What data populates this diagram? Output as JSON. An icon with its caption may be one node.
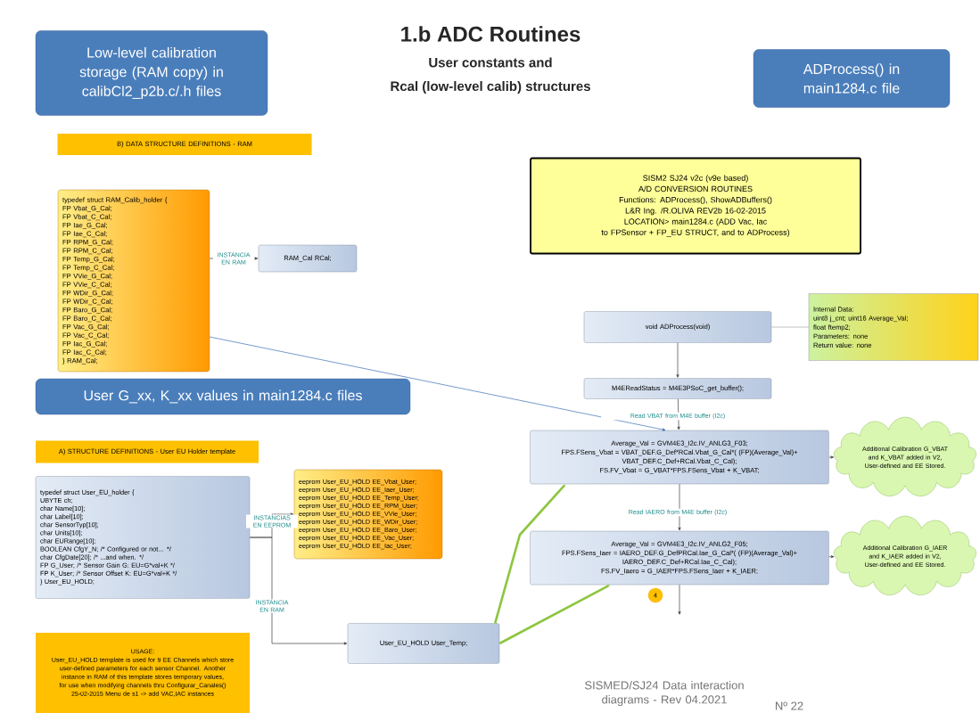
{
  "diagram": {
    "title": "1.b ADC Routines",
    "nodes": [
      {
        "text": [
          "Low-level calibration storage (RAM copy) in calibCl2_p2b.c/.h files"
        ]
      },
      {
        "text": [
          "ADProcess() in main1284.c file"
        ]
      },
      {
        "text": [
          "B) DATA STRUCTURE DEFINITIONS - RAM"
        ]
      },
      {
        "text": [
          "typedef struct RAM_Calib_holder {",
          "FP Vbat_G_Cal;",
          "FP Vbat_C_Cal;",
          "FP Iae_G_Cal;",
          "FP Iae_C_Cal;",
          "FP RPM_G_Cal;",
          "FP RPM_C_Cal;",
          "FP Temp_G_Cal;",
          "FP Temp_C_Cal;",
          "FP VVie_G_Cal;",
          "FP VVie_C_Cal;",
          "FP WDir_G_Cal;",
          "FP WDir_C_Cal;",
          "FP Baro_G_Cal;",
          "FP Baro_C_Cal;",
          "FP Vac_G_Cal;",
          "FP Vac_C_Cal;",
          "FP Iac_G_Cal;",
          "FP Iac_C_Cal;",
          "} RAM_Cal;"
        ]
      },
      {
        "text": [
          "RAM_Cal RCal;"
        ]
      },
      {
        "text": [
          "User G_xx, K_xx values in main1284.c files"
        ]
      },
      {
        "text": [
          "A) STRUCTURE DEFINITIONS - User EU Holder template"
        ]
      },
      {
        "text": [
          "typedef struct User_EU_holder {",
          "UBYTE ch;",
          "char Name[10];",
          "char Label[10];",
          "char SensorTyp[10];",
          "char Units[10];",
          "char EURange[10];",
          "BOOLEAN CfgY_N; /* Configured or not... */",
          "char CfgDate[20]; /* ...and when. */",
          "FP G_User; /* Sensor Gain G: EU=G*val+K */",
          "FP K_User; /* Sensor Offset K: EU=G*val+K */",
          "} User_EU_HOLD;"
        ]
      },
      {
        "text": [
          "eeprom User_EU_HOLD EE_Vbat_User;",
          "eeprom User_EU_HOLD EE_Iaer_User;",
          "eeprom User_EU_HOLD EE_Temp_User;",
          "eeprom User_EU_HOLD EE_RPM_User;",
          "eeprom User_EU_HOLD EE_VVie_User;",
          "eeprom User_EU_HOLD EE_WDir_User;",
          "eeprom User_EU_HOLD EE_Baro_User;",
          "eeprom User_EU_HOLD EE_Vac_User;",
          "eeprom User_EU_HOLD EE_Iac_User;"
        ]
      },
      {
        "text": [
          "User_EU_HOLD User_Temp;"
        ]
      },
      {
        "text": [
          "USAGE:",
          "User_EU_HOLD template is used for 9 EE Channels which store user-defined parameters for each sensor Channel. Another instance in RAM of this template stores temporary values, for use when modifying channels thru Configurar_Canales()",
          "25-02-2015 Menu de s1 -> add VAC,IAC instances"
        ]
      },
      {
        "text": [
          "SISM2 SJ24 v2c (v9e based)",
          "A/D CONVERSION ROUTINES",
          "Functions: ADProcess(), ShowADBuffers()",
          "L&R Ing. /R.OLIVA   REV2b 16-02-2015",
          "LOCATION> main1284.c (ADD Vac, Iac",
          "to FPSensor + FP_EU STRUCT, and to ADProcess)"
        ]
      },
      {
        "text": [
          "void ADProcess(void)"
        ]
      },
      {
        "text": [
          "Internal Data:",
          "uint8 j_cnt;   uint16 Average_Val;",
          "float ftemp2;",
          "Parameters: none",
          "Return value: none"
        ]
      },
      {
        "text": [
          "M4EReadStatus = M4E3PSoC_get_buffer();"
        ]
      },
      {
        "text": [
          "Average_Val = GVM4E3_I2c.IV_ANLG3_F03;",
          "FPS.FSens_Vbat = VBAT_DEF.G_Def*RCal.Vbat_G_Cal*( (FP)(Average_Val)+",
          "VBAT_DEF.C_Def+RCal.Vbat_C_Cal);",
          "FS.FV_Vbat = G_VBAT*FPS.FSens_Vbat + K_VBAT;"
        ]
      },
      {
        "text": [
          "Additional Calibration G_VBAT and K_VBAT added in V2, User-defined and EE Stored."
        ]
      },
      {
        "text": [
          "Average_Val = GVM4E3_I2c.IV_ANLG2_F05;",
          "FPS.FSens_Iaer = IAERO_DEF.G_DefPRCal.Iae_G_Cal*( (FP)(Average_Val)+",
          "IAERO_DEF.C_Def+RCal.Iae_C_Cal);",
          "FS.FV_Iaero = G_IAER*FPS.FSens_Iaer + K_IAER;"
        ]
      },
      {
        "text": [
          "Additional Calibration G_IAER and K_IAER added in V2, User-defined and EE Stored."
        ]
      },
      {
        "text": [
          "4"
        ]
      }
    ],
    "edges": [
      {
        "from": 3,
        "to": 4,
        "arrow": "to",
        "label": "INSTANCIA EN RAM"
      },
      {
        "from": 7,
        "to": 8,
        "arrow": "to",
        "label": "INSTANCIAS EN EEPROM"
      },
      {
        "from": 7,
        "to": 9,
        "arrow": "to",
        "label": "INSTANCIA EN RAM"
      },
      {
        "from": 3,
        "to": 15,
        "arrow": "to",
        "color": "#3b6fb6"
      },
      {
        "from": 12,
        "to": 13,
        "arrow": "none",
        "color": "#a6a6a6"
      },
      {
        "from": 12,
        "to": 14,
        "arrow": "to"
      },
      {
        "from": 14,
        "to": 15,
        "arrow": "to",
        "label": "Read VBAT from M4E buffer (I2c)"
      },
      {
        "from": 15,
        "to": 17,
        "arrow": "to",
        "label": "Read IAERO from M4E buffer (I2c)"
      },
      {
        "from": 17,
        "to": null,
        "arrow": "to"
      },
      {
        "from": 15,
        "to": 16,
        "arrow": "to",
        "style": "dashed"
      },
      {
        "from": 17,
        "to": 18,
        "arrow": "to",
        "style": "dashed"
      },
      {
        "from": 9,
        "to": 15,
        "arrow": "to",
        "style": "thick",
        "color": "#8cc63f"
      },
      {
        "from": 9,
        "to": 17,
        "arrow": "to",
        "style": "thick",
        "color": "#8cc63f"
      }
    ],
    "labels": [
      "User constants and",
      "Rcal (low-level calib) structures",
      "SISMED/SJ24 Data interaction diagrams - Rev 04.2021",
      "Nº 22"
    ]
  }
}
